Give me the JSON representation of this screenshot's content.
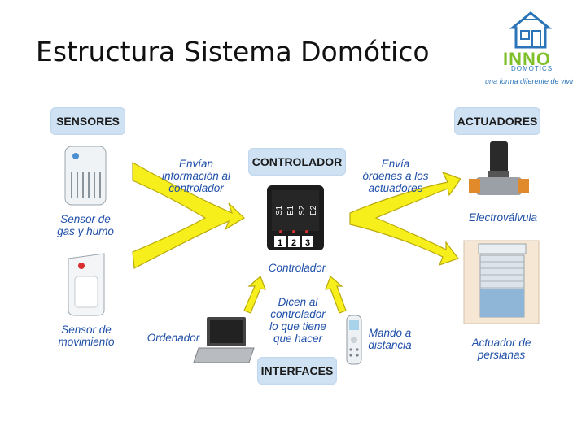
{
  "title": "Estructura Sistema Domótico",
  "logo": {
    "word": "INNO",
    "sub": "DOMOTICS",
    "tagline": "una forma diferente de vivir"
  },
  "boxes": {
    "sensores": "SENSORES",
    "controlador": "CONTROLADOR",
    "actuadores": "ACTUADORES",
    "interfaces": "INTERFACES"
  },
  "labels": {
    "envian": [
      "Envían",
      "información al",
      "controlador"
    ],
    "envia": [
      "Envía",
      "órdenes a los",
      "actuadores"
    ],
    "dicen": [
      "Dicen al",
      "controlador",
      "lo que tiene",
      "que hacer"
    ],
    "sensor_gas": [
      "Sensor de",
      "gas y humo"
    ],
    "sensor_mov": [
      "Sensor de",
      "movimiento"
    ],
    "ordenador": "Ordenador",
    "mando": [
      "Mando a",
      "distancia"
    ],
    "controlador_lbl": "Controlador",
    "electrovalvula": "Electroválvula",
    "persianas": [
      "Actuador de",
      "persianas"
    ]
  },
  "controller_device": {
    "top": [
      "S1",
      "E1",
      "S2",
      "E2"
    ],
    "bottom": [
      "1",
      "2",
      "3"
    ]
  },
  "colors": {
    "arrow": "#f7ef1b",
    "arrow_stroke": "#b9a90c",
    "label_blue": "#1f4fa8",
    "box_bg": "#cfe2f3"
  }
}
